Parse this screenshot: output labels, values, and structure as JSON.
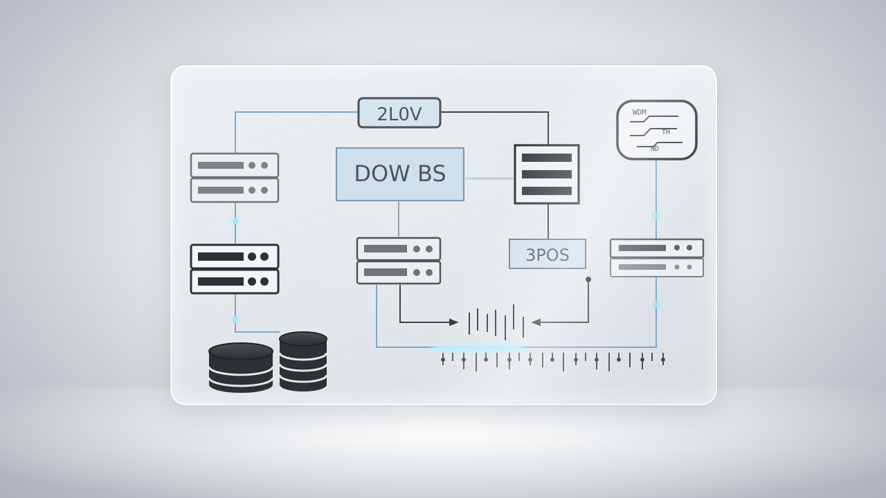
{
  "diagram": {
    "top_label": "2L0V",
    "center_label": "DOW BS",
    "right_label": "3POS",
    "chip_labels": [
      "WDM",
      "TH",
      "ND"
    ]
  },
  "colors": {
    "accent_glow": "#6fd8f5",
    "line_blue": "#7aa9cc",
    "line_dark": "#3c4248",
    "box_fill_blue": "#cfe0ec",
    "server_dark": "#2c3136",
    "server_light": "#6d747b"
  }
}
